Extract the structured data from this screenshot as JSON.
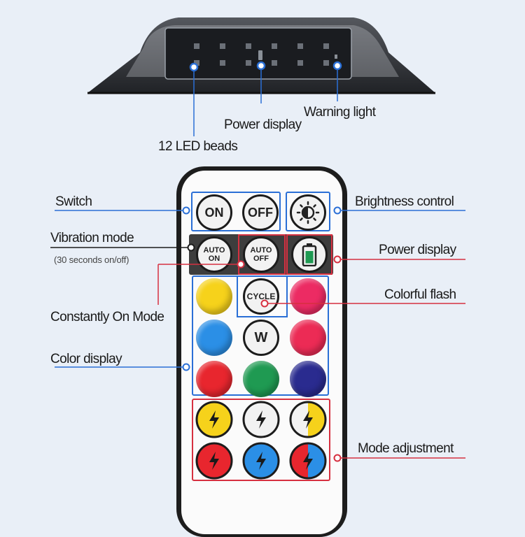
{
  "labels": {
    "led_beads": "12 LED beads",
    "power_display_top": "Power display",
    "warning_light": "Warning light",
    "switch": "Switch",
    "brightness_control": "Brightness control",
    "vibration_mode": "Vibration mode",
    "vibration_sub": "(30 seconds on/off)",
    "power_display": "Power display",
    "colorful_flash": "Colorful flash",
    "constantly_on_mode": "Constantly On Mode",
    "color_display": "Color display",
    "mode_adjustment": "Mode adjustment"
  },
  "buttons": {
    "on": "ON",
    "off": "OFF",
    "auto_on_1": "AUTO",
    "auto_on_2": "ON",
    "auto_off_1": "AUTO",
    "auto_off_2": "OFF",
    "cycle": "CYCLE",
    "white": "W"
  },
  "icons": {
    "brightness": "half-circle-sun-icon",
    "battery": "battery-icon",
    "flash": "lightning-bolt-icon"
  },
  "colors": {
    "yellow": "#f6d21b",
    "pink": "#ec2b63",
    "blue": "#2b8fe6",
    "red": "#e8262e",
    "green": "#1f9a52",
    "navy": "#2a2b8f",
    "callout_blue": "#2a6fd6",
    "callout_red": "#d63040"
  }
}
